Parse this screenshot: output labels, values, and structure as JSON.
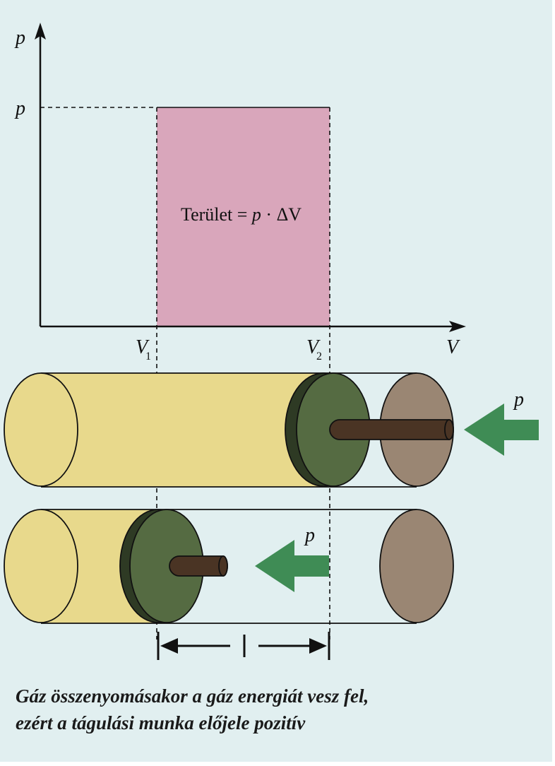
{
  "graph": {
    "y_axis_label": "p",
    "y_tick_label": "p",
    "x_axis_label": "V",
    "v1_label": "V",
    "v1_sub": "1",
    "v2_label": "V",
    "v2_sub": "2",
    "area_label_text": "Terület = ",
    "area_label_p": "p",
    "area_label_rest": " · ΔV"
  },
  "cylinder_top": {
    "pressure_label": "p"
  },
  "cylinder_bottom": {
    "pressure_label": "p"
  },
  "caption": {
    "line1": "Gáz összenyomásakor a gáz energiát vesz fel,",
    "line2": "ezért a tágulási munka előjele pozitív"
  },
  "colors": {
    "background": "#e1eff0",
    "area_fill": "#d9a6bb",
    "gas_fill": "#e8d98c",
    "piston_face": "#556b42",
    "piston_side": "#2e3a24",
    "rod": "#4a3424",
    "end_cap": "#9a8673",
    "arrow": "#3f8c55"
  }
}
